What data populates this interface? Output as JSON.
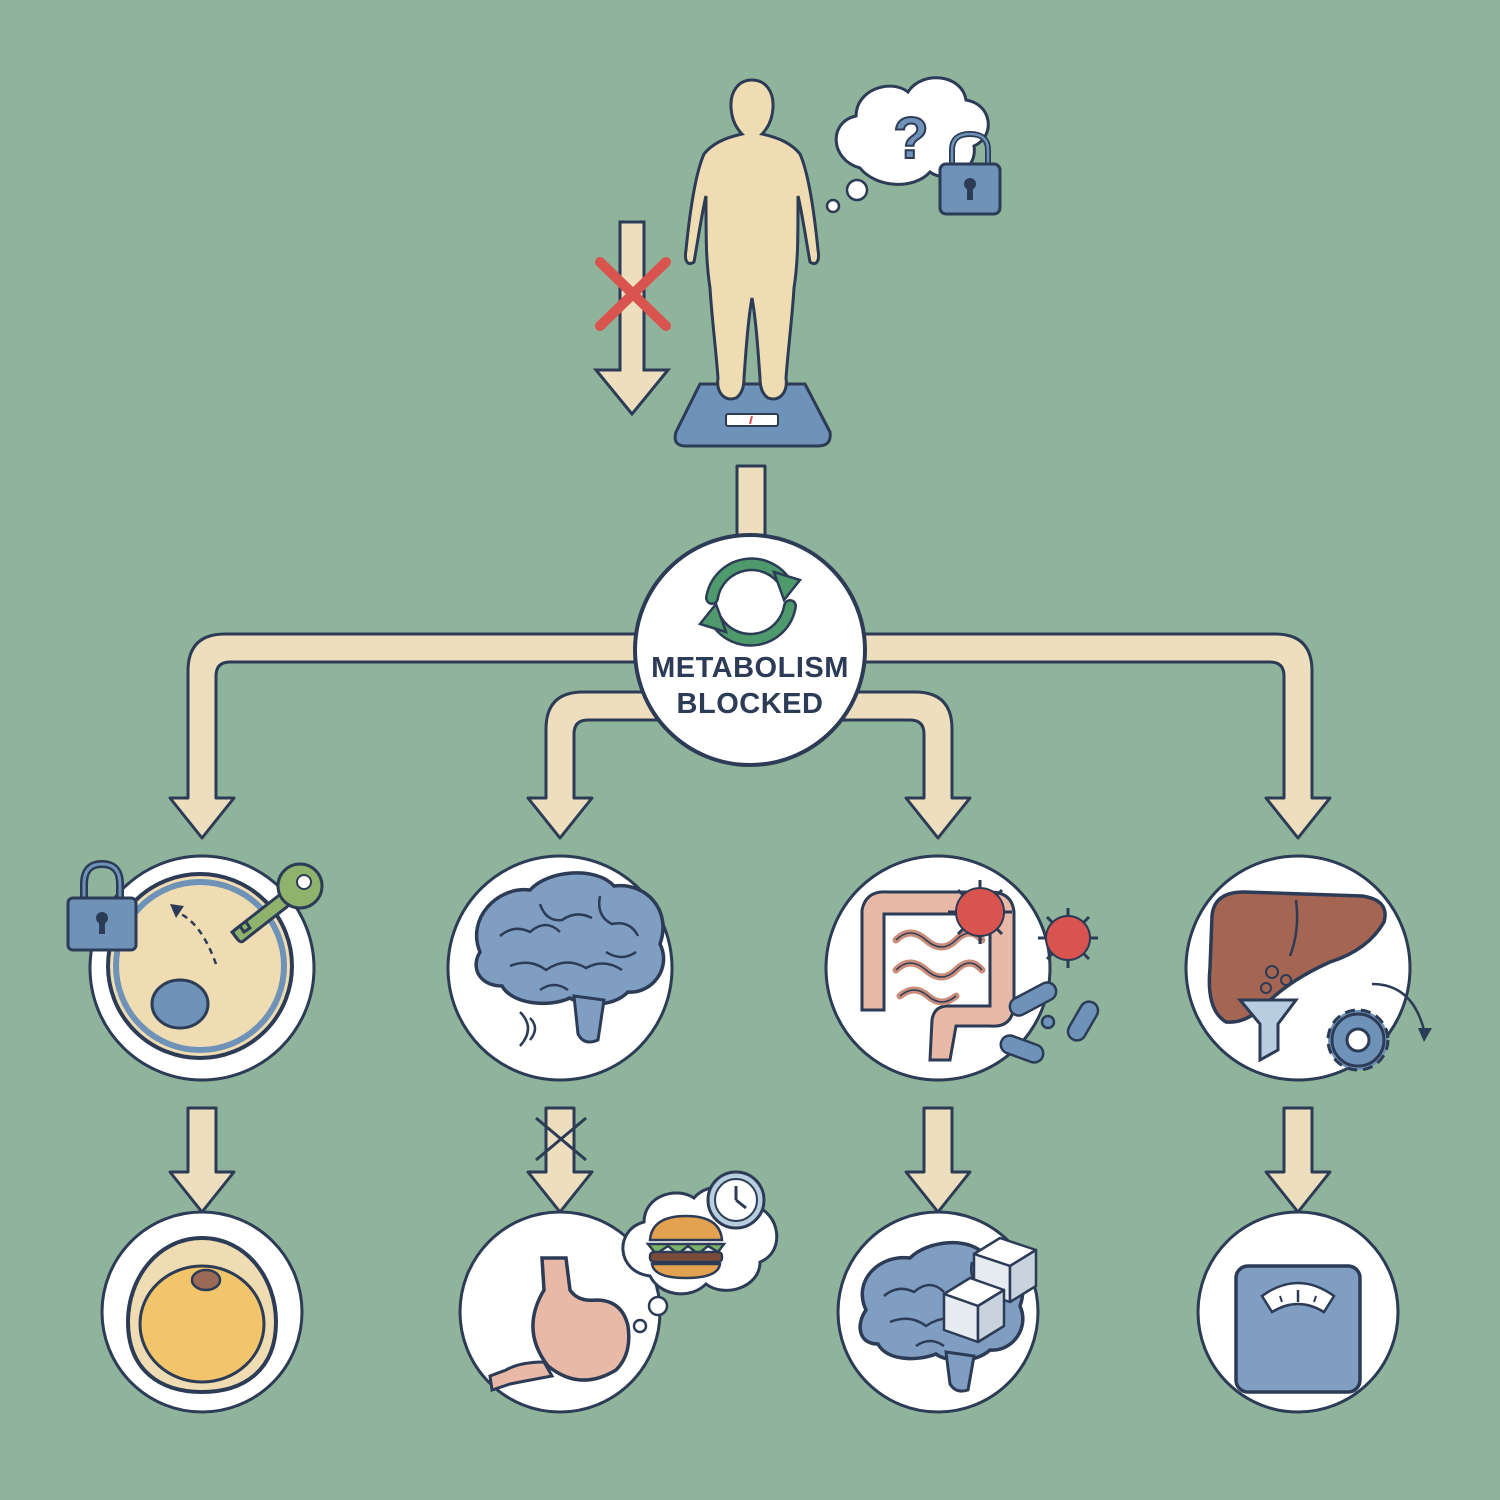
{
  "hub": {
    "line1": "METABOLISM",
    "line2": "BLOCKED"
  },
  "colors": {
    "background": "#8fb39b",
    "arrow_fill": "#eddfbd",
    "outline": "#2c3b56",
    "circle_fill": "#ffffff",
    "accent_red": "#d9534f",
    "accent_green": "#4e9a6c",
    "icon_blue": "#6f93b8"
  },
  "nodes": {
    "top": {
      "icon": "person-on-scale-icon",
      "extras": [
        "weight-loss-arrow-crossed-icon",
        "thought-bubble-question-lock-icon"
      ]
    },
    "hub": {
      "icon": "cycle-arrows-icon"
    },
    "branches": [
      {
        "icon": "locked-cell-insulin-key-icon",
        "result_icon": "fat-cell-icon",
        "result_arrow": "plain"
      },
      {
        "icon": "brain-icon",
        "result_icon": "stomach-craving-burger-icon",
        "result_arrow": "crossed"
      },
      {
        "icon": "gut-bacteria-icon",
        "result_icon": "brain-sugar-cubes-icon",
        "result_arrow": "plain"
      },
      {
        "icon": "liver-filter-gear-icon",
        "result_icon": "scale-icon",
        "result_arrow": "plain"
      }
    ]
  }
}
